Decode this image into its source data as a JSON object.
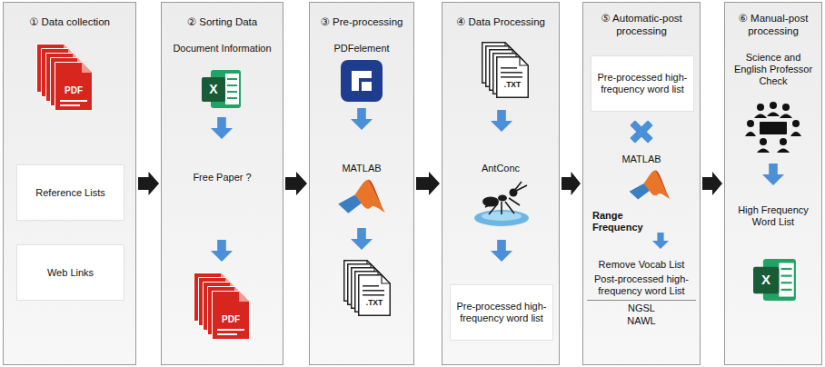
{
  "diagram": {
    "nodes": [
      {
        "text": [
          "① Data collection"
        ]
      },
      {
        "text": [
          "Reference Lists"
        ],
        "in": 0
      },
      {
        "text": [
          "Web Links"
        ],
        "in": 0
      },
      {
        "text": [
          "② Sorting Data",
          "Document Information",
          "Free Paper ?"
        ]
      },
      {
        "text": [
          "③ Pre-processing",
          "PDFelement",
          "MATLAB"
        ]
      },
      {
        "text": [
          "④ Data Processing",
          "AntConc"
        ]
      },
      {
        "text": [
          "Pre-processed high-frequency word list"
        ],
        "in": 5
      },
      {
        "text": [
          "⑤ Automatic-post processing",
          "MATLAB",
          "Range",
          "Frequency",
          "Remove Vocab List",
          "Post-processed high-frequency word List",
          "NGSL",
          "NAWL"
        ]
      },
      {
        "text": [
          "Pre-processed high-frequency word list"
        ],
        "in": 7
      },
      {
        "text": [
          "⑥ Manual-post processing",
          "Science and English Professor Check",
          "High Frequency Word List"
        ]
      }
    ],
    "edges": [
      {
        "from": 0,
        "to": 3,
        "arrow": "to"
      },
      {
        "from": 3,
        "to": 4,
        "arrow": "to"
      },
      {
        "from": 4,
        "to": 5,
        "arrow": "to"
      },
      {
        "from": 5,
        "to": 7,
        "arrow": "to"
      },
      {
        "from": 7,
        "to": 9,
        "arrow": "to"
      }
    ],
    "labels": [
      "PDF",
      "X",
      "PDF",
      ".TXT",
      ".TXT",
      "X"
    ]
  }
}
